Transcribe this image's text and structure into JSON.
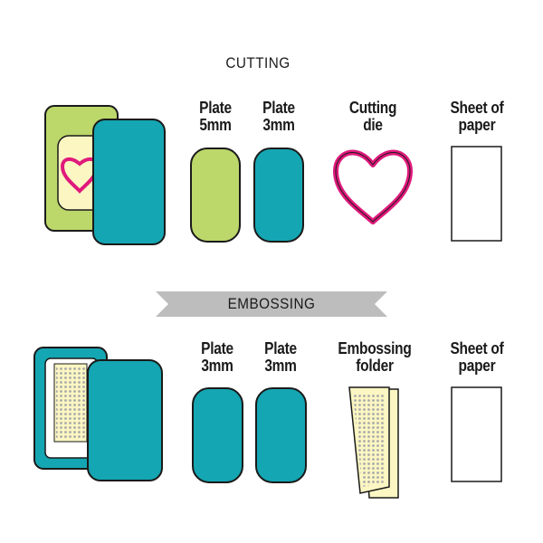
{
  "sections": {
    "cutting": {
      "title": "CUTTING",
      "items": [
        {
          "line1": "Plate",
          "line2": "5mm"
        },
        {
          "line1": "Plate",
          "line2": "3mm"
        },
        {
          "line1": "Cutting",
          "line2": "die"
        },
        {
          "line1": "Sheet of",
          "line2": "paper"
        }
      ]
    },
    "embossing": {
      "title": "EMBOSSING",
      "items": [
        {
          "line1": "Plate",
          "line2": "3mm"
        },
        {
          "line1": "Plate",
          "line2": "3mm"
        },
        {
          "line1": "Embossing",
          "line2": "folder"
        },
        {
          "line1": "Sheet of",
          "line2": "paper"
        }
      ]
    }
  },
  "colors": {
    "green_plate": "#bcd76a",
    "teal_plate": "#14a6b2",
    "heart_pink": "#e0197c",
    "folder_yellow": "#fbf6c2",
    "banner_gray": "#bdbdbd",
    "outline": "#1a1a1a"
  }
}
